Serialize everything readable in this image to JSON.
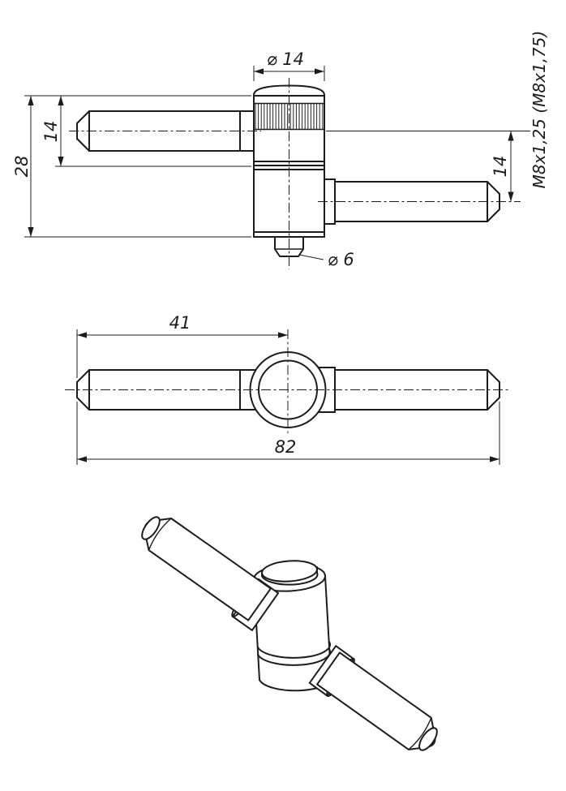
{
  "drawing": {
    "front_view": {
      "dia_14": "⌀ 14",
      "height_28": "28",
      "height_14_left": "14",
      "height_14_right": "14",
      "thread_spec": "M8x1,25 (M8x1,75)",
      "dia_6": "⌀ 6"
    },
    "top_view": {
      "length_41": "41",
      "length_82": "82"
    },
    "colors": {
      "line": "#1c1c1c",
      "background": "#ffffff"
    }
  }
}
